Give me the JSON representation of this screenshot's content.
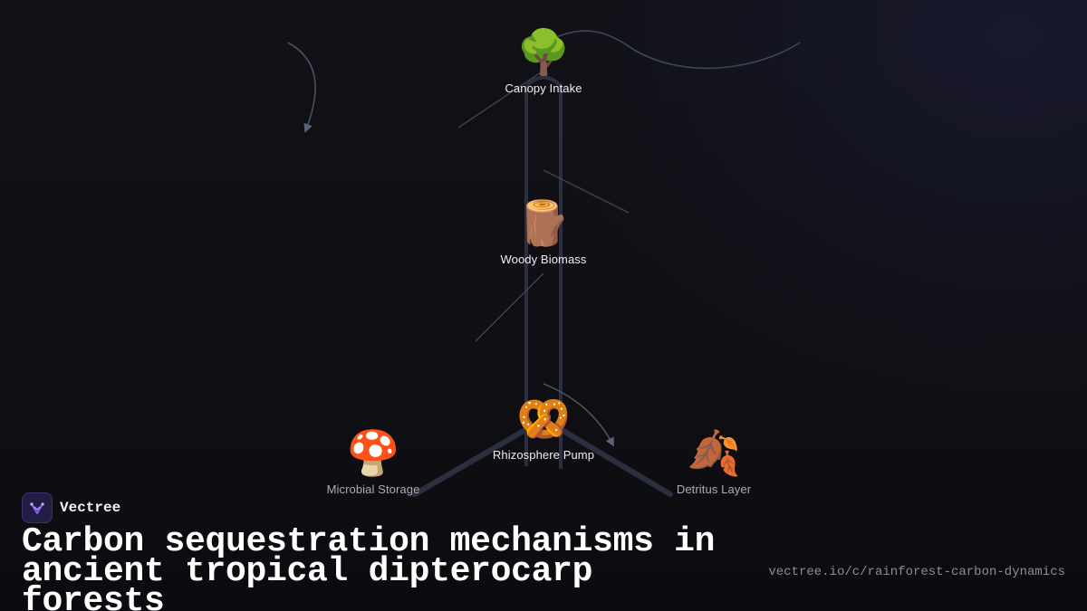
{
  "diagram": {
    "nodes": [
      {
        "id": "canopy",
        "emoji": "🌳",
        "icon": "tree-icon",
        "label": "Canopy Intake"
      },
      {
        "id": "woody",
        "emoji": "🪵",
        "icon": "wood-log-icon",
        "label": "Woody Biomass"
      },
      {
        "id": "rhizo",
        "emoji": "🥨",
        "icon": "pretzel-icon",
        "label": "Rhizosphere Pump"
      },
      {
        "id": "microbial",
        "emoji": "🍄",
        "icon": "mushroom-icon",
        "label": "Microbial Storage"
      },
      {
        "id": "detritus",
        "emoji": "🍂",
        "icon": "fallen-leaves-icon",
        "label": "Detritus Layer"
      }
    ],
    "colors": {
      "trunk": "#2b3040",
      "connector": "#3f4658",
      "arrow": "#5a6275"
    }
  },
  "brand": {
    "name": "Vectree",
    "logo_icon": "vectree-logo-icon",
    "logo_color": "#8b5cf6"
  },
  "title": "Carbon sequestration mechanisms in ancient tropical dipterocarp forests",
  "url": "vectree.io/c/rainforest-carbon-dynamics"
}
